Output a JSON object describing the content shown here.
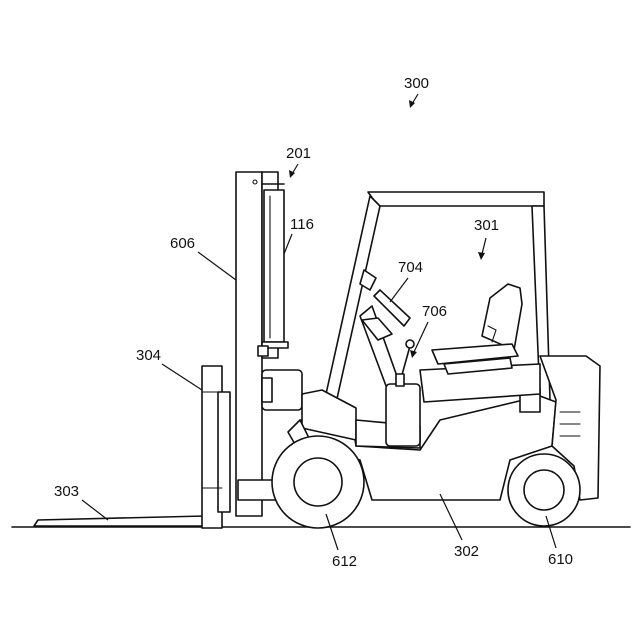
{
  "figure": {
    "labels": {
      "l300": "300",
      "l201": "201",
      "l116": "116",
      "l301": "301",
      "l606": "606",
      "l704": "704",
      "l706": "706",
      "l304": "304",
      "l303": "303",
      "l612": "612",
      "l302": "302",
      "l610": "610"
    }
  }
}
